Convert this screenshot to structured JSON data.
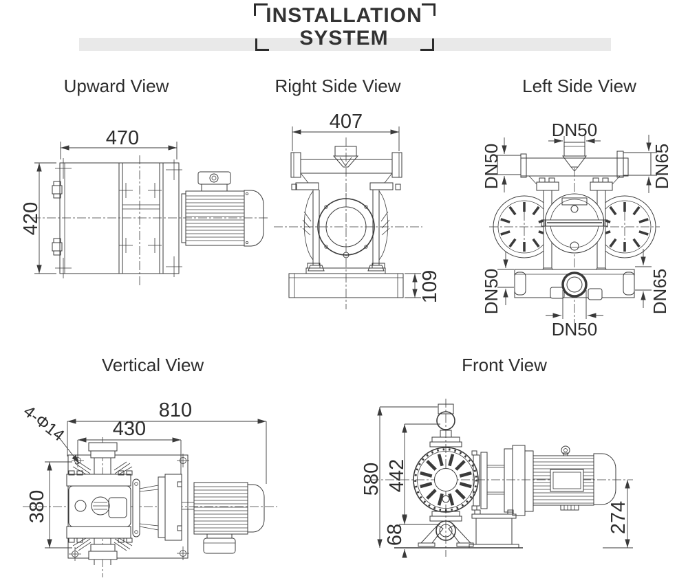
{
  "header": {
    "title_line1": "INSTALLATION",
    "title_line2": "SYSTEM"
  },
  "views": {
    "upward": {
      "label": "Upward View",
      "dim_width": "470",
      "dim_depth": "420"
    },
    "right_side": {
      "label": "Right Side View",
      "dim_width": "407",
      "dim_base_height": "109"
    },
    "left_side": {
      "label": "Left Side View",
      "port_top_center": "DN50",
      "port_top_left": "DN50",
      "port_top_right": "DN65",
      "port_bottom_left": "DN50",
      "port_bottom_right": "DN65",
      "port_bottom_center": "DN50"
    },
    "vertical": {
      "label": "Vertical View",
      "dim_overall_length": "810",
      "dim_pump_length": "430",
      "dim_width": "380",
      "dim_mounting_holes": "4-Φ14"
    },
    "front": {
      "label": "Front View",
      "dim_overall_height": "580",
      "dim_port_center_height": "442",
      "dim_base_height": "68",
      "dim_shaft_height": "274"
    }
  },
  "colors": {
    "line": "#3a3a3a",
    "text": "#2d2d2d",
    "band": "#e9e9e9",
    "background": "#ffffff"
  }
}
